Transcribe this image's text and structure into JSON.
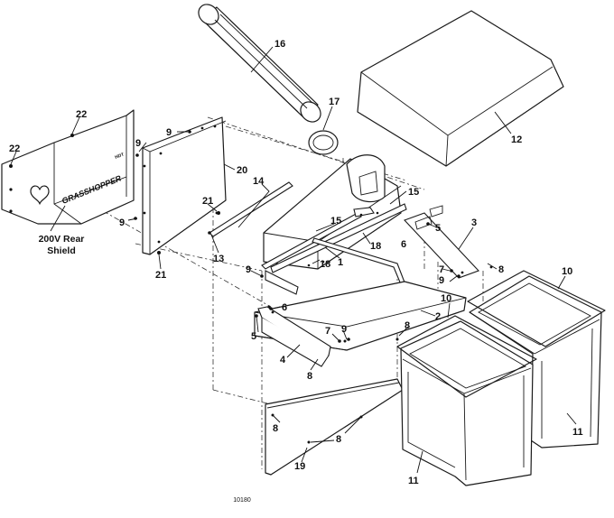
{
  "figure_id": "10180",
  "brand_text": "GRASSHOPPER",
  "hdt_text": "HDT",
  "rear_shield_caption": [
    "200V Rear",
    "Shield"
  ],
  "callouts": [
    {
      "id": "c1",
      "text": "1"
    },
    {
      "id": "c2",
      "text": "2"
    },
    {
      "id": "c3",
      "text": "3"
    },
    {
      "id": "c4",
      "text": "4"
    },
    {
      "id": "c5a",
      "text": "5"
    },
    {
      "id": "c5b",
      "text": "5"
    },
    {
      "id": "c6a",
      "text": "6"
    },
    {
      "id": "c6b",
      "text": "6"
    },
    {
      "id": "c7a",
      "text": "7"
    },
    {
      "id": "c7b",
      "text": "7"
    },
    {
      "id": "c8a",
      "text": "8"
    },
    {
      "id": "c8b",
      "text": "8"
    },
    {
      "id": "c8c",
      "text": "8"
    },
    {
      "id": "c8d",
      "text": "8"
    },
    {
      "id": "c8e",
      "text": "8"
    },
    {
      "id": "c9a",
      "text": "9"
    },
    {
      "id": "c9b",
      "text": "9"
    },
    {
      "id": "c9c",
      "text": "9"
    },
    {
      "id": "c9d",
      "text": "9"
    },
    {
      "id": "c9e",
      "text": "9"
    },
    {
      "id": "c9f",
      "text": "9"
    },
    {
      "id": "c10a",
      "text": "10"
    },
    {
      "id": "c10b",
      "text": "10"
    },
    {
      "id": "c11a",
      "text": "11"
    },
    {
      "id": "c11b",
      "text": "11"
    },
    {
      "id": "c12",
      "text": "12"
    },
    {
      "id": "c13",
      "text": "13"
    },
    {
      "id": "c14",
      "text": "14"
    },
    {
      "id": "c15a",
      "text": "15"
    },
    {
      "id": "c15b",
      "text": "15"
    },
    {
      "id": "c16",
      "text": "16"
    },
    {
      "id": "c17",
      "text": "17"
    },
    {
      "id": "c18a",
      "text": "18"
    },
    {
      "id": "c18b",
      "text": "18"
    },
    {
      "id": "c19",
      "text": "19"
    },
    {
      "id": "c20",
      "text": "20"
    },
    {
      "id": "c21a",
      "text": "21"
    },
    {
      "id": "c21b",
      "text": "21"
    },
    {
      "id": "c22a",
      "text": "22"
    },
    {
      "id": "c22b",
      "text": "22"
    }
  ]
}
